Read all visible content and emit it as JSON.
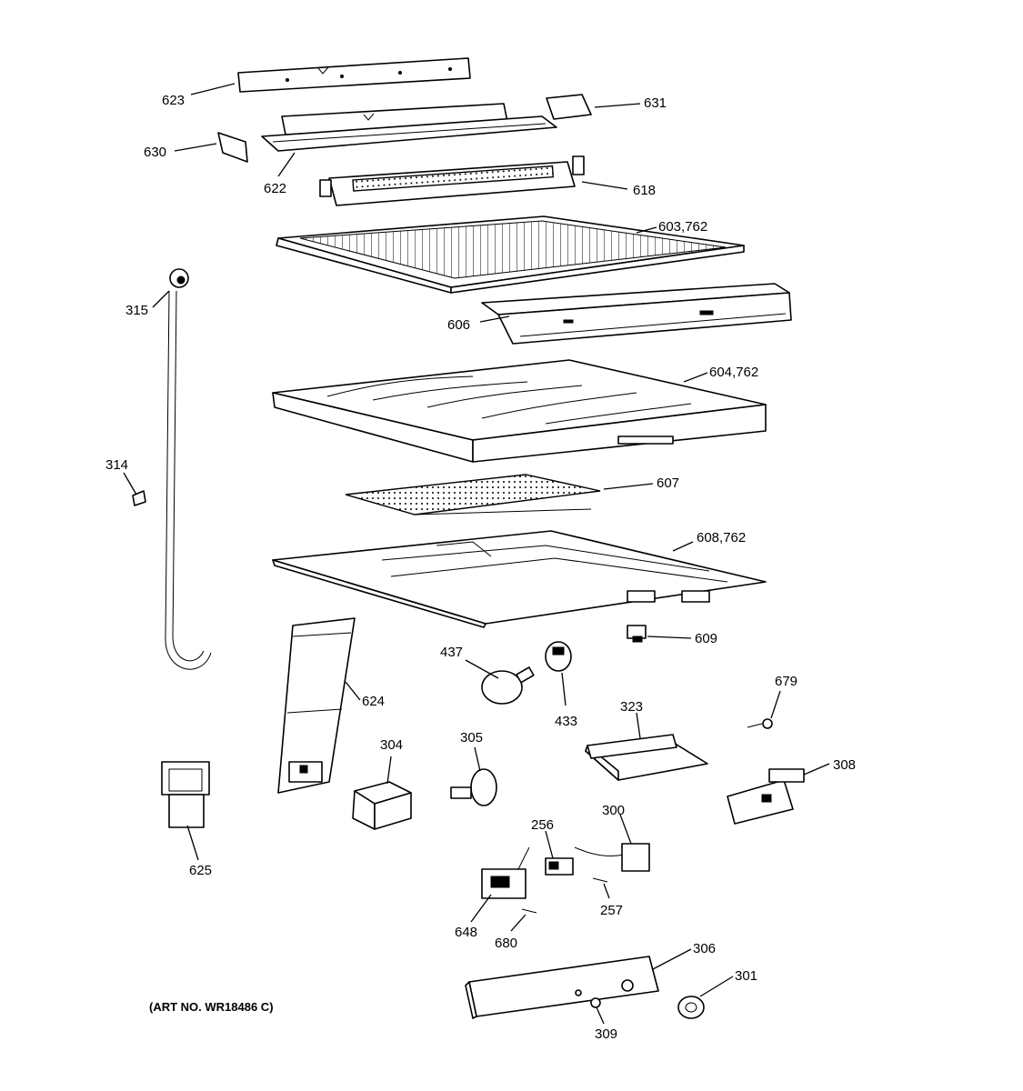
{
  "diagram": {
    "art_number": "(ART NO. WR18486 C)",
    "labels": [
      {
        "id": "623",
        "text": "623"
      },
      {
        "id": "631",
        "text": "631"
      },
      {
        "id": "630",
        "text": "630"
      },
      {
        "id": "622",
        "text": "622"
      },
      {
        "id": "618",
        "text": "618"
      },
      {
        "id": "603",
        "text": "603,762"
      },
      {
        "id": "315",
        "text": "315"
      },
      {
        "id": "606",
        "text": "606"
      },
      {
        "id": "604",
        "text": "604,762"
      },
      {
        "id": "314",
        "text": "314"
      },
      {
        "id": "607",
        "text": "607"
      },
      {
        "id": "608",
        "text": "608,762"
      },
      {
        "id": "609",
        "text": "609"
      },
      {
        "id": "437",
        "text": "437"
      },
      {
        "id": "679",
        "text": "679"
      },
      {
        "id": "624",
        "text": "624"
      },
      {
        "id": "433",
        "text": "433"
      },
      {
        "id": "323",
        "text": "323"
      },
      {
        "id": "304",
        "text": "304"
      },
      {
        "id": "305",
        "text": "305"
      },
      {
        "id": "308",
        "text": "308"
      },
      {
        "id": "625",
        "text": "625"
      },
      {
        "id": "300",
        "text": "300"
      },
      {
        "id": "256",
        "text": "256"
      },
      {
        "id": "257",
        "text": "257"
      },
      {
        "id": "648",
        "text": "648"
      },
      {
        "id": "680",
        "text": "680"
      },
      {
        "id": "306",
        "text": "306"
      },
      {
        "id": "301",
        "text": "301"
      },
      {
        "id": "309",
        "text": "309"
      }
    ]
  }
}
